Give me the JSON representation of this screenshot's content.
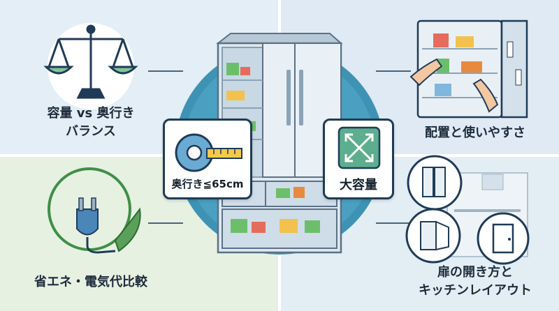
{
  "labels": {
    "balance": [
      "容量 vs 奥行き",
      "バランス"
    ],
    "layout": "配置と使いやすさ",
    "energy": "省エネ・電気代比較",
    "door": [
      "扉の開き方と",
      "キッチンレイアウト"
    ],
    "depth": "奥行き≦65cm",
    "capacity": "大容量"
  },
  "icons": {
    "balance": "scale-icon",
    "layout": "open-fridge-hands-icon",
    "energy": "plug-leaf-icon",
    "door": "door-types-kitchen-icon",
    "depth": "tape-measure-icon",
    "capacity": "expand-arrows-icon",
    "center": "french-door-refrigerator-icon"
  },
  "colors": {
    "navy": "#1f3b57",
    "teal": "#3b8fb0",
    "green": "#5aa05a",
    "steel": "#b9c7d3"
  }
}
